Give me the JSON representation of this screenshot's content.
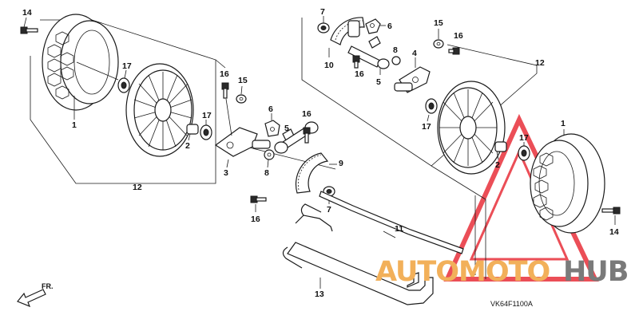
{
  "diagram_code": "VK64F1100A",
  "direction_label": "FR.",
  "watermark": {
    "part1": "AUTOMOTO",
    "part2": "HUB",
    "color1": "#f2b05a",
    "color2": "#7a7a7a",
    "triangle_color": "#e8303a"
  },
  "callouts": [
    "14",
    "17",
    "1",
    "2",
    "12",
    "16",
    "15",
    "3",
    "6",
    "5",
    "8",
    "16",
    "17",
    "16",
    "9",
    "7",
    "16",
    "11",
    "13",
    "7",
    "10",
    "6",
    "16",
    "15",
    "16",
    "8",
    "5",
    "4",
    "12",
    "17",
    "1",
    "17",
    "2",
    "14"
  ]
}
